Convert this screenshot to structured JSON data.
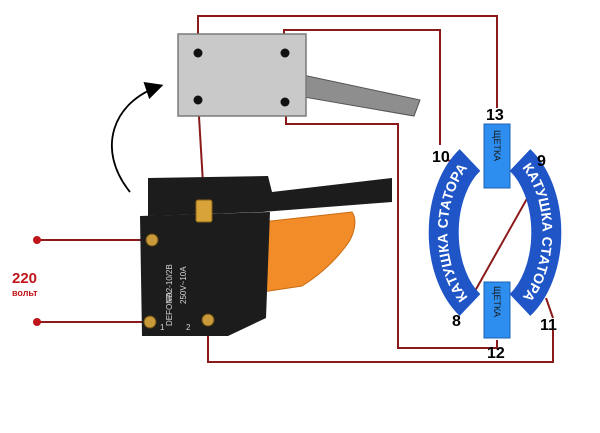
{
  "supply": {
    "voltage": "220",
    "unit": "вольт"
  },
  "terminals": {
    "t8": "8",
    "t9": "9",
    "t10": "10",
    "t11": "11",
    "t12": "12",
    "t13": "13"
  },
  "stator_coils": {
    "left_label": "КАТУШКА СТАТОРА",
    "right_label": "КАТУШКА СТАТОРА"
  },
  "brushes": {
    "top_label": "ЩЕТКА",
    "bottom_label": "ЩЕТКА"
  },
  "switch": {
    "model": "FA2-10/2B",
    "rating": "250V~10A",
    "brand": "DEFOND",
    "pin_1": "1",
    "pin_2": "2"
  },
  "colors": {
    "wire": "#8b1a1a",
    "coil": "#1f55c7",
    "brush": "#2d8ef0",
    "trigger": "#f28c28",
    "relay_box": "#c9c9c9",
    "switch_body": "#1c1c1c",
    "voltage_text": "#c0161b"
  },
  "icons": {
    "arrow": "curved-arrow-icon"
  }
}
